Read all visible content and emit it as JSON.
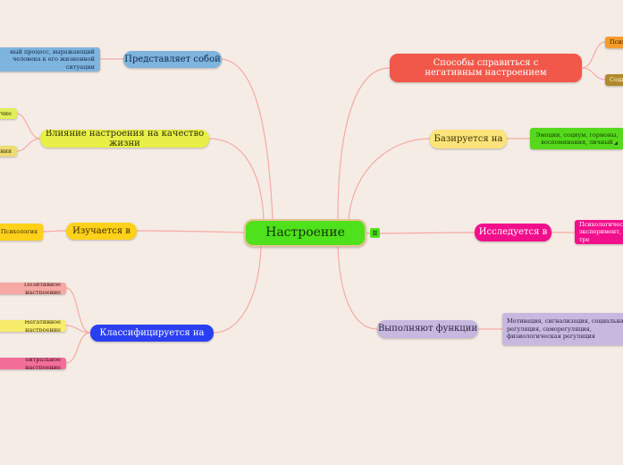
{
  "center": {
    "label": "Настроение"
  },
  "left": [
    {
      "label": "Представляет собой",
      "color": "#7fb4de",
      "children": [
        {
          "label": "ный процесс, выражающий человека к его жизненной ситуации",
          "color": "#7fb4de"
        }
      ]
    },
    {
      "label": "Влияние настроения на качество жизни",
      "color": "#e8ef47",
      "children": [
        {
          "label": "учие",
          "color": "#dff05a"
        },
        {
          "label": "жения",
          "color": "#eedc72"
        }
      ]
    },
    {
      "label": "Изучается в",
      "color": "#ffd11a",
      "children": [
        {
          "label": "Психология",
          "color": "#ffd11a"
        }
      ]
    },
    {
      "label": "Классифицируется на",
      "color": "#2b3ff2",
      "children": [
        {
          "label": "Позитивное настроение",
          "color": "#f6a8a4"
        },
        {
          "label": "Негативное настроение",
          "color": "#f8ec6c"
        },
        {
          "label": "ейтральное настроение",
          "color": "#f26e98"
        }
      ]
    }
  ],
  "right": [
    {
      "label": "Способы справиться с негативным настроением",
      "color": "#f1584a",
      "children": [
        {
          "label": "Псих",
          "color": "#f49b2c"
        },
        {
          "label": "Соци",
          "color": "#b08a2c"
        }
      ]
    },
    {
      "label": "Базируется на",
      "color": "#fce47a",
      "children": [
        {
          "label": "Эмоции, социум, гормоны, воспоминания, личный",
          "color": "#56d91c"
        }
      ]
    },
    {
      "label": "Исследуется в",
      "color": "#f20f8c",
      "children": [
        {
          "label": "Психологически эксперимент, тре",
          "color": "#f20f8c"
        }
      ]
    },
    {
      "label": "Выполняют функции",
      "color": "#c6b8de",
      "children": [
        {
          "label": "Мотивация, сигнализация, социальная регуляция, саморегуляция, физиологическая регуляция",
          "color": "#c6b8de"
        }
      ]
    }
  ]
}
